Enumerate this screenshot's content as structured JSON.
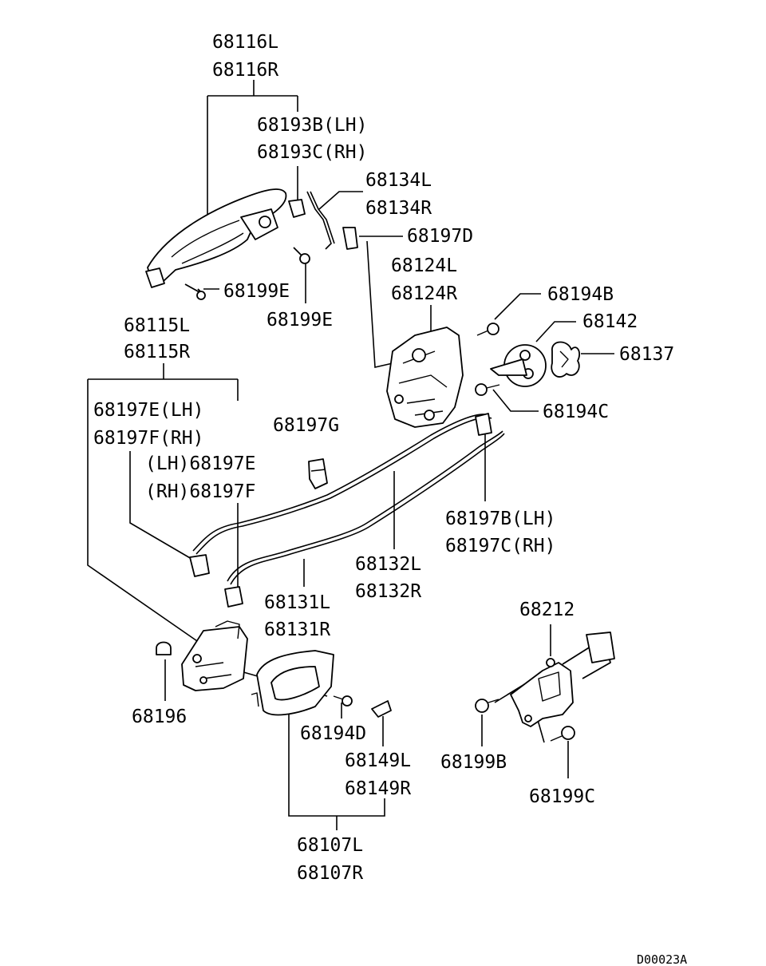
{
  "labels": {
    "p68116L": "68116L",
    "p68116R": "68116R",
    "p68193B": "68193B(LH)",
    "p68193C": "68193C(RH)",
    "p68134L": "68134L",
    "p68134R": "68134R",
    "p68197D": "68197D",
    "p68124L": "68124L",
    "p68124R": "68124R",
    "p68199E_a": "68199E",
    "p68199E_b": "68199E",
    "p68194B": "68194B",
    "p68142": "68142",
    "p68137": "68137",
    "p68194C": "68194C",
    "p68115L": "68115L",
    "p68115R": "68115R",
    "p68197E_a": "68197E(LH)",
    "p68197F_a": "68197F(RH)",
    "p68197E_b": "(LH)68197E",
    "p68197F_b": "(RH)68197F",
    "p68197G": "68197G",
    "p68197B": "68197B(LH)",
    "p68197C": "68197C(RH)",
    "p68132L": "68132L",
    "p68132R": "68132R",
    "p68131L": "68131L",
    "p68131R": "68131R",
    "p68212": "68212",
    "p68196": "68196",
    "p68194D": "68194D",
    "p68149L": "68149L",
    "p68149R": "68149R",
    "p68199B": "68199B",
    "p68199C": "68199C",
    "p68107L": "68107L",
    "p68107R": "68107R",
    "diagram_code": "D00023A"
  }
}
